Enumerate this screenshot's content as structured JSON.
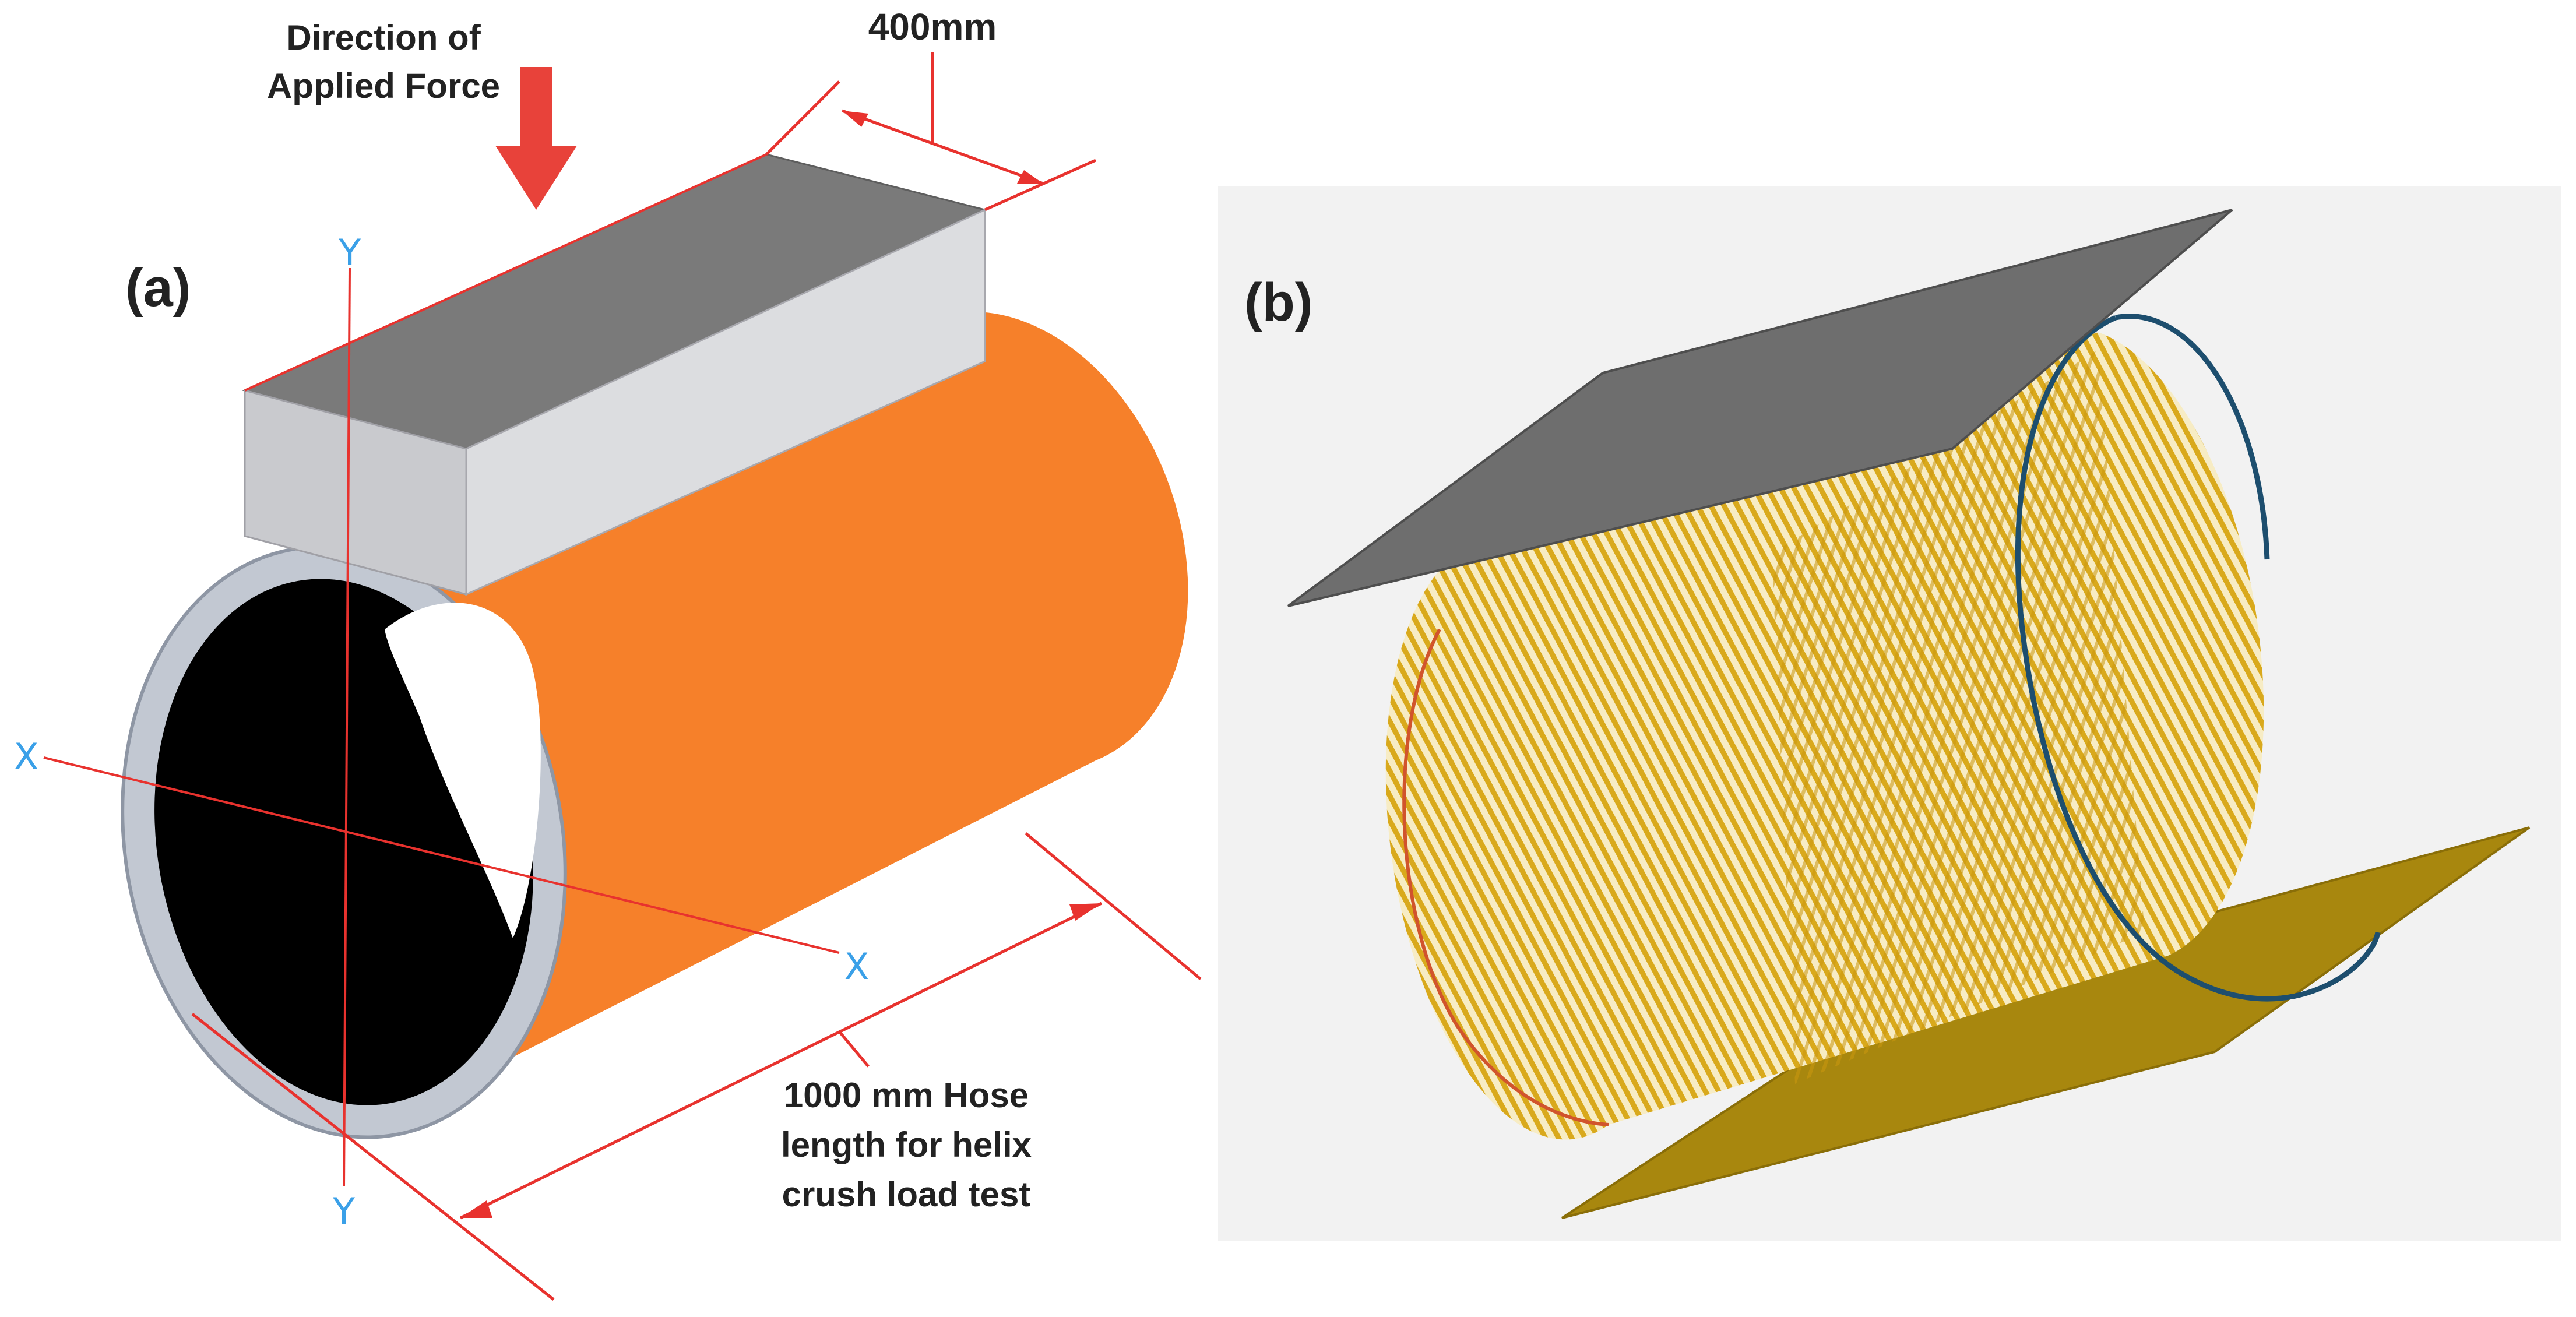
{
  "panel_a": {
    "tag": "(a)",
    "force_label": [
      "Direction of",
      "Applied Force"
    ],
    "width_dim": "400mm",
    "length_dim": [
      "1000 mm Hose",
      "length for helix",
      "crush load test"
    ],
    "axis_y_top": "Y",
    "axis_y_bottom": "Y",
    "axis_x_left": "X",
    "axis_x_right": "X"
  },
  "panel_b": {
    "tag": "(b)"
  },
  "colors": {
    "hose": "#f6802a",
    "hose_ring": "#b9c0cc",
    "hose_bore": "#000000",
    "block_top": "#7a7a7a",
    "block_front": "#c9cace",
    "block_side": "#dcdde0",
    "dimension_line": "#e8322e",
    "force_arrow": "#e8423a",
    "axis_text": "#3aa0e8",
    "helix_wire": "#d9a91c",
    "top_plate": "#6e6e6e",
    "bottom_plate": "#a8870e",
    "panel_b_background": "#f2f2f2"
  }
}
